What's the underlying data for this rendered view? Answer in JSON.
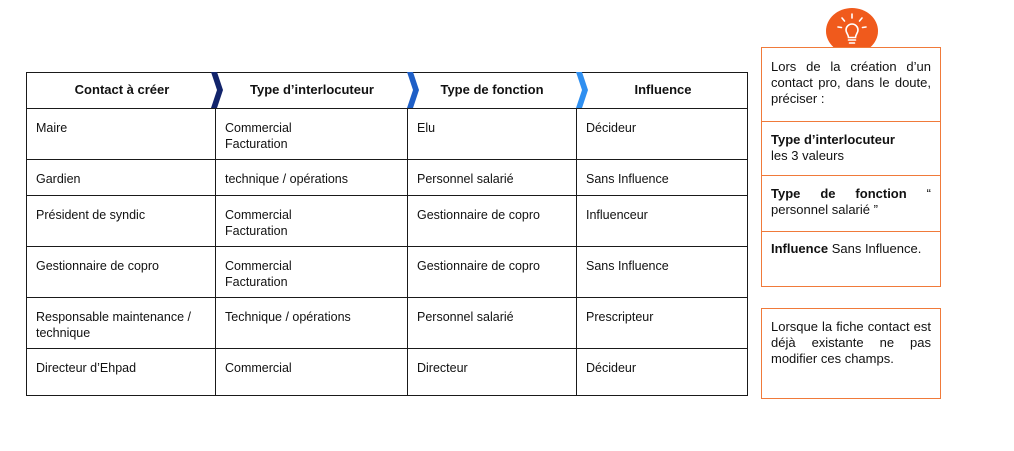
{
  "table": {
    "headers": [
      "Contact à créer",
      "Type d’interlocuteur",
      "Type de fonction",
      "Influence"
    ],
    "rows": [
      [
        "Maire",
        "Commercial\nFacturation",
        "Elu",
        "Décideur"
      ],
      [
        "Gardien",
        "technique / opérations",
        "Personnel salarié",
        "Sans Influence"
      ],
      [
        "Président de syndic",
        "Commercial\nFacturation",
        "Gestionnaire de copro",
        "Influenceur"
      ],
      [
        "Gestionnaire de copro",
        "Commercial\nFacturation",
        "Gestionnaire de copro",
        "Sans Influence"
      ],
      [
        "Responsable maintenance /\ntechnique",
        "Technique / opérations",
        "Personnel salarié",
        "Prescripteur"
      ],
      [
        "Directeur d’Ehpad",
        "Commercial",
        "Directeur",
        "Décideur"
      ]
    ]
  },
  "note": {
    "intro": "Lors de la création d’un contact pro, dans le doute, préciser :",
    "type_interlocuteur_label": "Type d’interlocuteur",
    "type_interlocuteur_value": "les 3 valeurs",
    "type_fonction_label": "Type de fonction",
    "type_fonction_value": "“ personnel salarié ”",
    "influence_label": "Influence",
    "influence_value": "Sans Influence."
  },
  "note2": {
    "text": "Lorsque la fiche contact est déjà existante ne pas modifier ces champs."
  },
  "colors": {
    "chevron_1": "#12246b",
    "chevron_2": "#1f5fc6",
    "chevron_3": "#2f8ff0",
    "accent_orange": "#f05a1c",
    "border_orange": "#f07a3a"
  },
  "icons": {
    "bulb": "lightbulb-icon"
  }
}
